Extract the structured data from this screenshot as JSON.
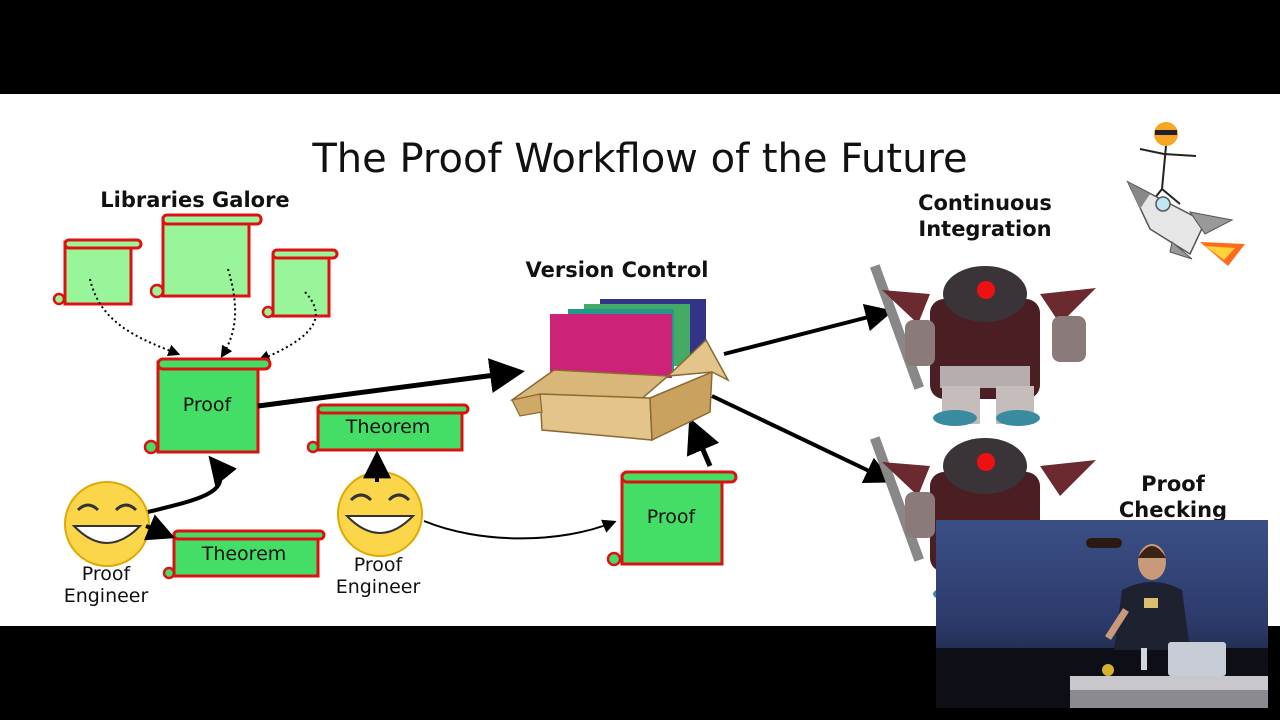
{
  "slide": {
    "title": "The Proof Workflow of the Future",
    "libraries_label": "Libraries Galore",
    "version_control_label": "Version Control",
    "ci_label_line1": "Continuous",
    "ci_label_line2": "Integration",
    "proof_checking_line1": "Proof",
    "proof_checking_line2": "Checking",
    "proof_label": "Proof",
    "theorem_label": "Theorem",
    "engineer_line1": "Proof",
    "engineer_line2": "Engineer"
  },
  "colors": {
    "scroll_fill_light": "#99f59a",
    "scroll_fill_dark": "#44dd66",
    "scroll_border": "#dd1111",
    "box": "#d9b77a",
    "book_pink": "#cc2277",
    "book_teal": "#229988",
    "book_green": "#44aa66",
    "book_blue": "#333388"
  },
  "video_overlay": {
    "visible": true
  }
}
